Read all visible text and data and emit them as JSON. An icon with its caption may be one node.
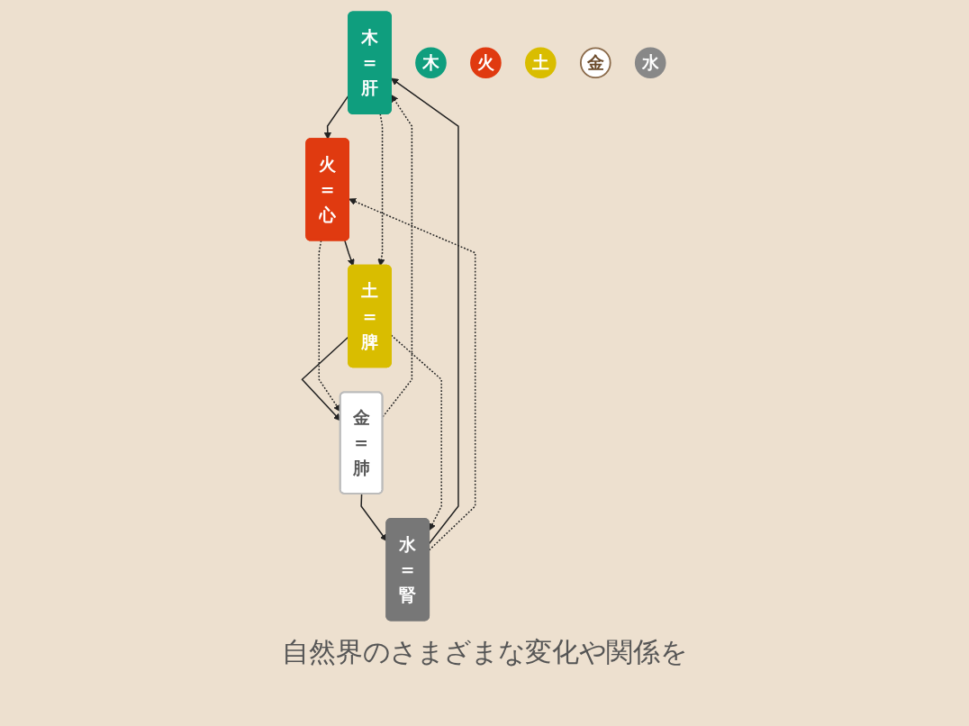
{
  "diagram": {
    "nodes": [
      {
        "text": [
          "木",
          "=",
          "肝"
        ]
      },
      {
        "text": [
          "火",
          "=",
          "心"
        ]
      },
      {
        "text": [
          "土",
          "=",
          "脾"
        ]
      },
      {
        "text": [
          "金",
          "=",
          "肺"
        ]
      },
      {
        "text": [
          "水",
          "=",
          "腎"
        ]
      },
      {
        "text": [
          "木"
        ]
      },
      {
        "text": [
          "火"
        ]
      },
      {
        "text": [
          "土"
        ]
      },
      {
        "text": [
          "金"
        ]
      },
      {
        "text": [
          "水"
        ]
      }
    ],
    "edges": [
      {
        "from": 0,
        "to": 1,
        "arrow": "to"
      },
      {
        "from": 1,
        "to": 2,
        "arrow": "to"
      },
      {
        "from": 2,
        "to": 3,
        "arrow": "to"
      },
      {
        "from": 3,
        "to": 4,
        "arrow": "to"
      },
      {
        "from": 4,
        "to": 0,
        "arrow": "to"
      },
      {
        "from": 0,
        "to": 2,
        "arrow": "to",
        "style": "dashed"
      },
      {
        "from": 2,
        "to": 4,
        "arrow": "to",
        "style": "dashed"
      },
      {
        "from": 4,
        "to": 1,
        "arrow": "to",
        "style": "dashed"
      },
      {
        "from": 1,
        "to": 3,
        "arrow": "to",
        "style": "dashed"
      },
      {
        "from": 3,
        "to": 0,
        "arrow": "to",
        "style": "dashed"
      }
    ],
    "labels": [
      "自然界のさまざまな変化や関係を"
    ]
  }
}
